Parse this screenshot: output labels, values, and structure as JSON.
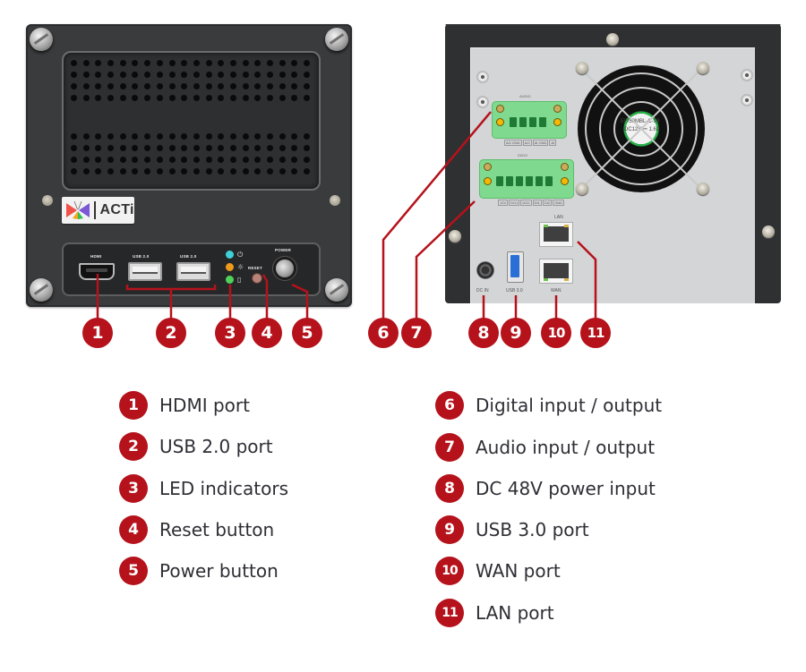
{
  "front_panel": {
    "brand": "ACTi",
    "port_labels": {
      "hdmi": "HDMI",
      "usb_left": "USB 2.0",
      "usb_right": "USB 2.0",
      "reset": "RESET",
      "power": "POWER"
    },
    "led_icons": {
      "power": "⏻",
      "status": "☼",
      "hdd": "▯"
    },
    "led_colors": {
      "power": "#3fd0d8",
      "status": "#f09a1a",
      "hdd": "#4fd35a"
    }
  },
  "rear_panel": {
    "audio_label": "AUDIO",
    "audio_pins": [
      "AO GND",
      "AO",
      "AI GND",
      "AI"
    ],
    "dido_label": "DI/DO",
    "dido_pins": [
      "12V",
      "DO1",
      "DO2",
      "DI1",
      "DI2",
      "GND"
    ],
    "fan_text": [
      "EF/50MBL-C-99",
      "DC12V ⎓ 1.62"
    ],
    "port_labels": {
      "dc_in": "DC IN",
      "usb3": "USB 3.0",
      "lan": "LAN",
      "wan": "WAN"
    }
  },
  "callouts": {
    "color": "#b5121b",
    "numbers": [
      "1",
      "2",
      "3",
      "4",
      "5",
      "6",
      "7",
      "8",
      "9",
      "10",
      "11"
    ]
  },
  "legend": {
    "left": [
      {
        "num": "1",
        "label": "HDMI port"
      },
      {
        "num": "2",
        "label": "USB 2.0 port"
      },
      {
        "num": "3",
        "label": "LED indicators"
      },
      {
        "num": "4",
        "label": "Reset button"
      },
      {
        "num": "5",
        "label": "Power button"
      }
    ],
    "right": [
      {
        "num": "6",
        "label": "Digital input / output"
      },
      {
        "num": "7",
        "label": "Audio input / output"
      },
      {
        "num": "8",
        "label": "DC 48V power input"
      },
      {
        "num": "9",
        "label": "USB 3.0 port"
      },
      {
        "num": "10",
        "label": "WAN port"
      },
      {
        "num": "11",
        "label": "LAN port"
      }
    ]
  }
}
